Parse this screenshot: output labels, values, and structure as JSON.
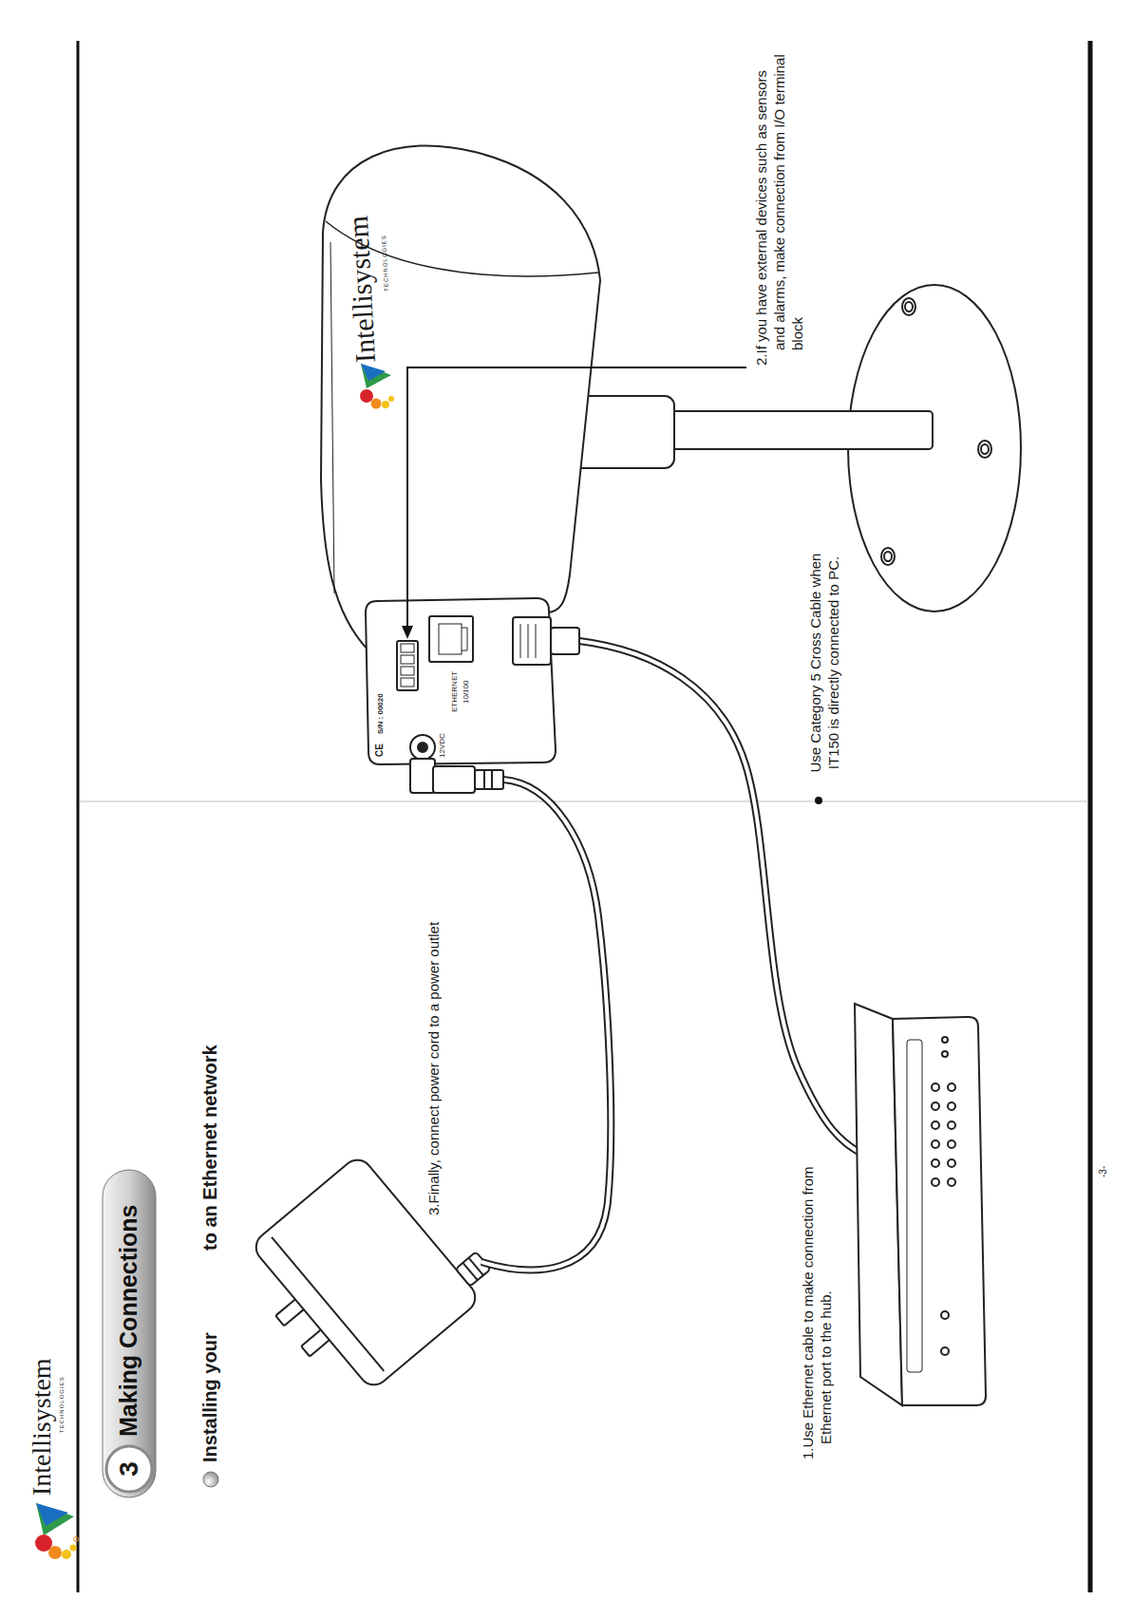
{
  "diagram": {
    "title": "Making Connections",
    "labels": [
      "Intellisystem",
      "TECHNOLOGIES",
      "3",
      "Installing your",
      "to an Ethernet network",
      "3.Finally, connect power cord to a power outlet",
      "1.Use Ethernet cable to make connection from Ethernet port to the hub.",
      "Use Category 5 Cross Cable when IT150 is directly connected to PC.",
      "2.If you have external devices such as sensors and alarms, make connection from I/O terminal block",
      "Intellisystem",
      "TECHNOLOGIES",
      "12VDC",
      "ETHERNET",
      "10/100",
      "S/N : 00020",
      "CE",
      "-3-"
    ]
  }
}
